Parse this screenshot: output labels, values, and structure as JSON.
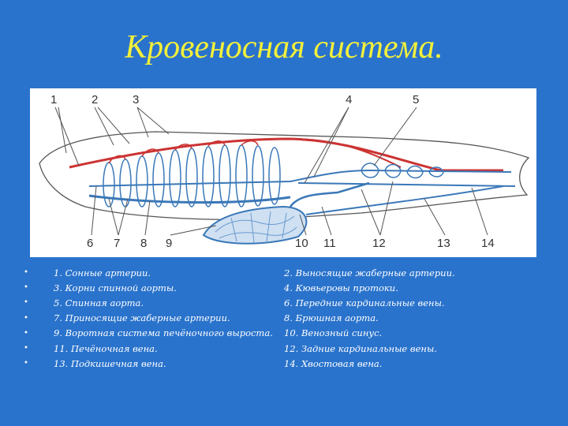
{
  "title": "Кровеносная система.",
  "bullet_glyph": "•",
  "diagram": {
    "top_numbers": [
      "1",
      "2",
      "3",
      "4",
      "5"
    ],
    "bottom_numbers": [
      "6",
      "7",
      "8",
      "9",
      "10",
      "11",
      "12",
      "13",
      "14"
    ],
    "colors": {
      "artery": "#cc3333",
      "vein": "#3a78b8",
      "outline": "#555555",
      "liver": "#6a9ad0"
    }
  },
  "legend": [
    {
      "left": "1. Сонные артерии.",
      "right": "2. Выносящие жаберные артерии."
    },
    {
      "left": "3. Корни спинной аорты.",
      "right": "4. Кювьеровы протоки."
    },
    {
      "left": "5. Спинная аорта.",
      "right": "6. Передние кардинальные вены."
    },
    {
      "left": "7. Приносящие жаберные артерии.",
      "right": "8. Брюшная аорта."
    },
    {
      "left": "9. Воротная система печёночного выроста.",
      "right": "10. Венозный синус."
    },
    {
      "left": "11. Печёночная вена.",
      "right": "12. Задние кардинальные вены."
    },
    {
      "left": "13. Подкишечная вена.",
      "right": "14. Хвостовая вена."
    }
  ]
}
